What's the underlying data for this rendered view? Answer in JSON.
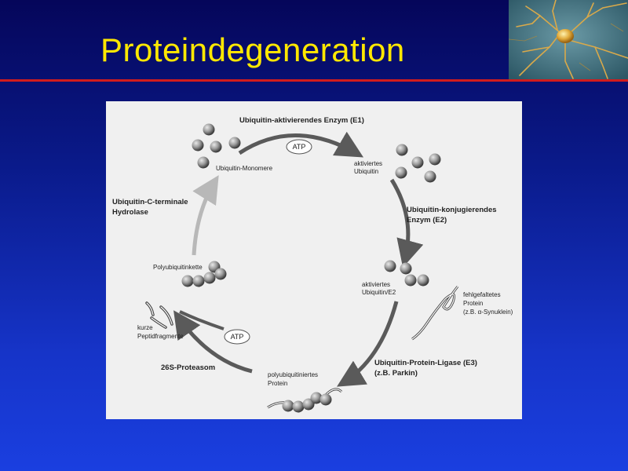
{
  "slide": {
    "title": "Proteindegeneration"
  },
  "diagram": {
    "labels": {
      "e1": "Ubiquitin-aktivierendes Enzym (E1)",
      "atp_top": "ATP",
      "monomers": "Ubiquitin-Monomere",
      "activated_line1": "aktiviertes",
      "activated_line2": "Ubiquitin",
      "e2_line1": "Ubiquitin-konjugierendes",
      "e2_line2": "Enzym (E2)",
      "act_e2_line1": "aktiviertes",
      "act_e2_line2": "Ubiquitin/E2",
      "misfolded_line1": "fehlgefaltetes",
      "misfolded_line2": "Protein",
      "misfolded_line3": "(z.B. α-Synuklein)",
      "e3_line1": "Ubiquitin-Protein-Ligase (E3)",
      "e3_line2": "(z.B. Parkin)",
      "polyub_protein_line1": "polyubiquitiniertes",
      "polyub_protein_line2": "Protein",
      "proteasome": "26S-Proteasom",
      "atp_bottom": "ATP",
      "peptides_line1": "kurze",
      "peptides_line2": "Peptidfragmente",
      "polyub_chain": "Polyubiquitinkette",
      "hydrolase_line1": "Ubiquitin-C-terminale",
      "hydrolase_line2": "Hydrolase"
    }
  },
  "colors": {
    "title": "#ffe800",
    "rule": "#d21c1c",
    "panel": "#f0f0f0",
    "arrow": "#5a5a5a",
    "arrow_light": "#b8b8b8"
  },
  "icons": {
    "neuron": "neuron-photo-icon",
    "ubiquitin": "ubiquitin-sphere-icon"
  }
}
